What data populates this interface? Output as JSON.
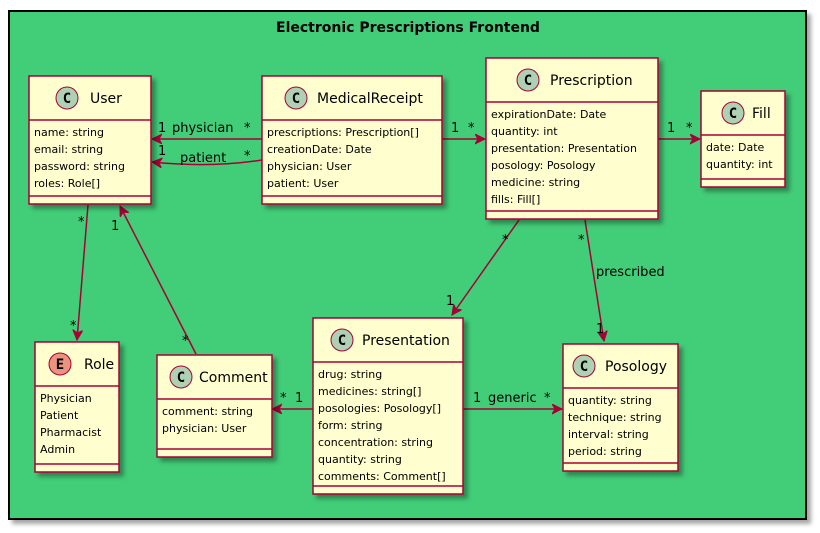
{
  "package": {
    "title": "Electronic Prescriptions Frontend"
  },
  "colors": {
    "package_fill": "#43cd78",
    "box_fill": "#fefece",
    "box_border": "#a80036",
    "class_circle": "#add1b2",
    "enum_circle": "#eb937f",
    "arrow": "#a80036"
  },
  "classes": {
    "user": {
      "stereotype": "C",
      "name": "User",
      "attributes": [
        "name: string",
        "email: string",
        "password: string",
        "roles: Role[]"
      ]
    },
    "medicalreceipt": {
      "stereotype": "C",
      "name": "MedicalReceipt",
      "attributes": [
        "prescriptions: Prescription[]",
        "creationDate: Date",
        "physician: User",
        "patient: User"
      ]
    },
    "prescription": {
      "stereotype": "C",
      "name": "Prescription",
      "attributes": [
        "expirationDate: Date",
        "quantity: int",
        "presentation: Presentation",
        "posology: Posology",
        "medicine: string",
        "fills: Fill[]"
      ]
    },
    "fill": {
      "stereotype": "C",
      "name": "Fill",
      "attributes": [
        "date: Date",
        "quantity: int"
      ]
    },
    "role": {
      "stereotype": "E",
      "name": "Role",
      "attributes": [
        "Physician",
        "Patient",
        "Pharmacist",
        "Admin"
      ]
    },
    "comment": {
      "stereotype": "C",
      "name": "Comment",
      "attributes": [
        "comment: string",
        "physician: User"
      ]
    },
    "presentation": {
      "stereotype": "C",
      "name": "Presentation",
      "attributes": [
        "drug: string",
        "medicines: string[]",
        "posologies: Posology[]",
        "form: string",
        "concentration: string",
        "quantity: string",
        "comments: Comment[]"
      ]
    },
    "posology": {
      "stereotype": "C",
      "name": "Posology",
      "attributes": [
        "quantity: string",
        "technique: string",
        "interval: string",
        "period: string"
      ]
    }
  },
  "relations": {
    "mr_user_physician": {
      "label": "physician",
      "from_mult": "*",
      "to_mult": "1"
    },
    "mr_user_patient": {
      "label": "patient",
      "from_mult": "*",
      "to_mult": "1"
    },
    "mr_prescription": {
      "from_mult": "1",
      "to_mult": "*"
    },
    "prescription_fill": {
      "from_mult": "1",
      "to_mult": "*"
    },
    "user_role": {
      "from_mult": "*",
      "to_mult": "*"
    },
    "comment_user": {
      "from_mult": "*",
      "to_mult": "1"
    },
    "prescription_presentation": {
      "from_mult": "*",
      "to_mult": "1"
    },
    "prescription_posology": {
      "label": "prescribed",
      "from_mult": "*",
      "to_mult": "1"
    },
    "presentation_comment": {
      "from_mult": "1",
      "to_mult": "*"
    },
    "presentation_posology": {
      "label": "generic",
      "from_mult": "1",
      "to_mult": "*"
    }
  }
}
